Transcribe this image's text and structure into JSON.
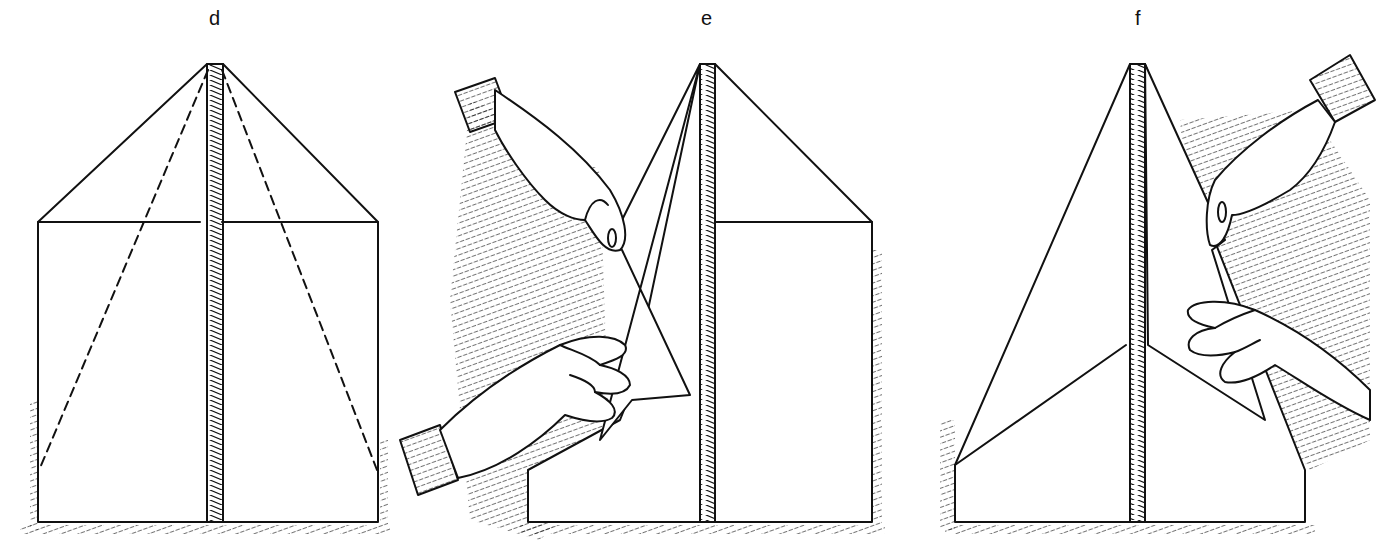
{
  "diagram": {
    "labels": [
      "d",
      "e",
      "f"
    ]
  }
}
